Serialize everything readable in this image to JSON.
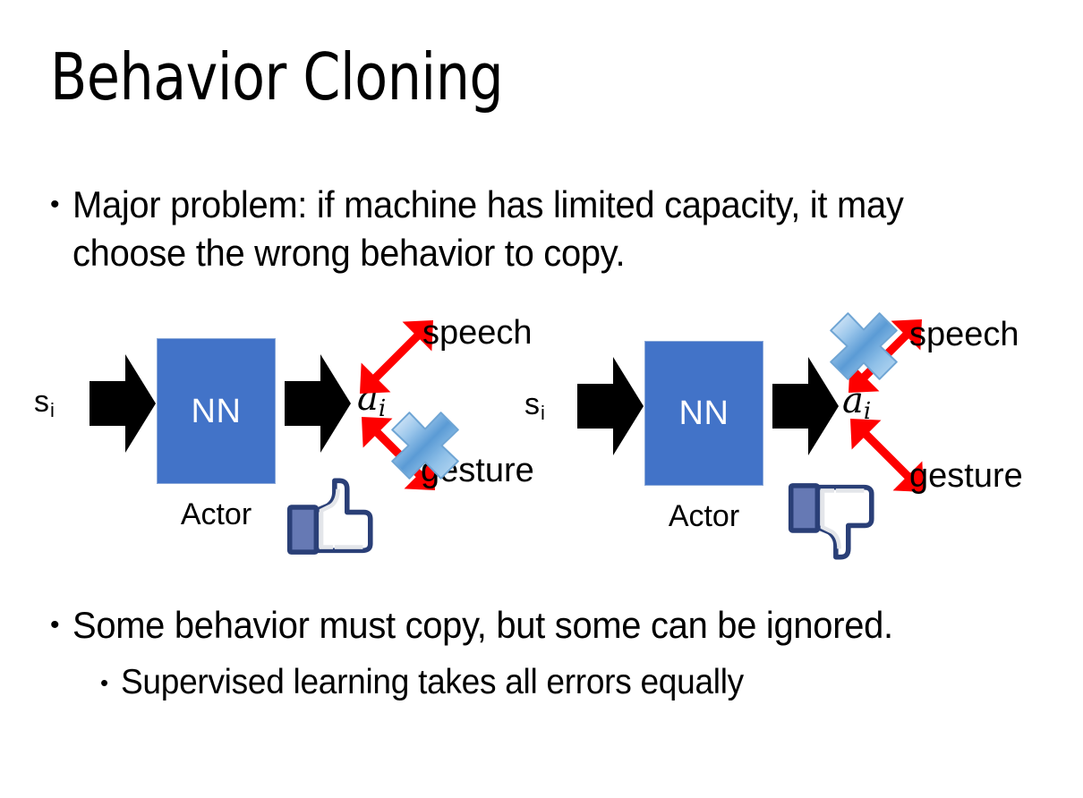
{
  "slide": {
    "title": "Behavior Cloning",
    "background_color": "#ffffff",
    "text_color": "#000000"
  },
  "bullets": {
    "top": {
      "marker": "•",
      "text": "Major problem: if machine has limited capacity, it may choose the wrong behavior to copy."
    },
    "bottom_1": {
      "marker": "•",
      "text": "Some behavior must copy, but some can be ignored."
    },
    "bottom_2": {
      "marker": "•",
      "text": "Supervised learning takes all errors equally"
    }
  },
  "colors": {
    "nn_box_fill": "#4273c8",
    "nn_box_border": "#8aa8d8",
    "nn_box_text": "#ffffff",
    "block_arrow": "#000000",
    "red_arrow": "#fe0000",
    "blue_x_light": "#d6e6f7",
    "blue_x_mid": "#5b9bd5",
    "blue_x_dark": "#2f6ca8",
    "thumb_outline": "#3b5998",
    "thumb_cuff": "#6679b4",
    "thumb_fill": "#ffffff",
    "thumb_shade": "#e4e6ea"
  },
  "diagram_left": {
    "input_label": "s",
    "input_subscript": "i",
    "nn_label": "NN",
    "actor_label": "Actor",
    "output_label": "â",
    "output_subscript": "i",
    "branch_top_label": "speech",
    "branch_bottom_label": "gesture",
    "crossed_branch": "gesture",
    "feedback_icon": "thumbs-up-icon",
    "feedback_meaning": "like"
  },
  "diagram_right": {
    "input_label": "s",
    "input_subscript": "i",
    "nn_label": "NN",
    "actor_label": "Actor",
    "output_label": "â",
    "output_subscript": "i",
    "branch_top_label": "speech",
    "branch_bottom_label": "gesture",
    "crossed_branch": "speech",
    "feedback_icon": "thumbs-down-icon",
    "feedback_meaning": "dislike"
  }
}
